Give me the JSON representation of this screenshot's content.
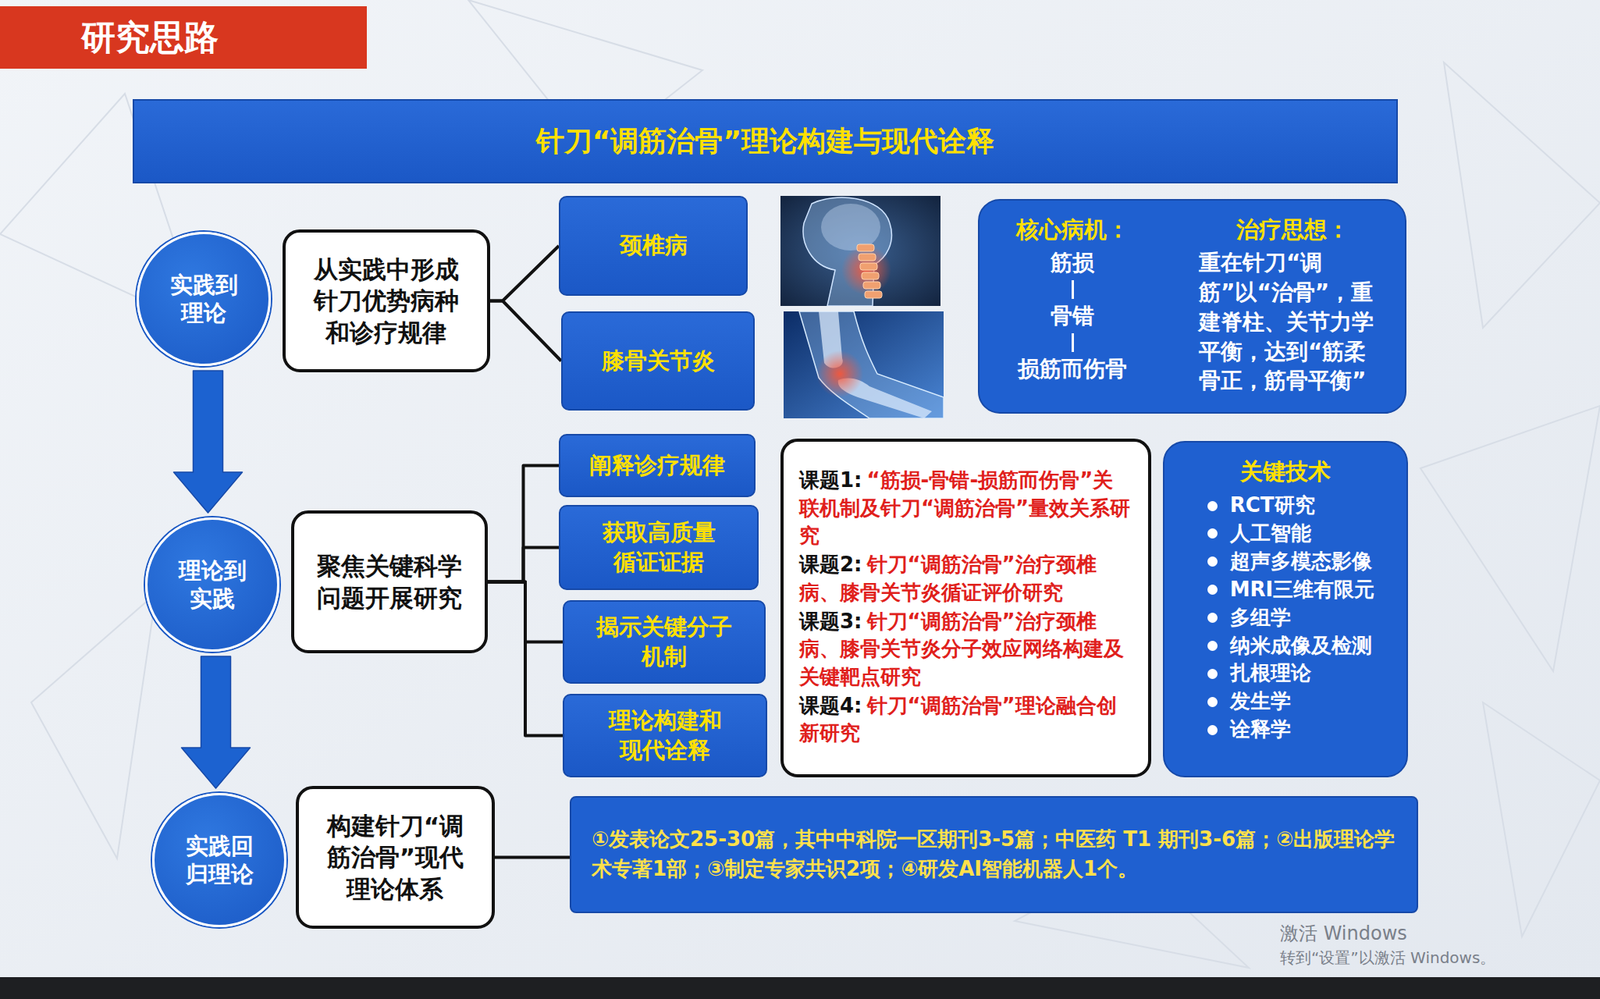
{
  "diagram": {
    "title": "研究思路",
    "nodes": [
      {
        "text": [
          "针刀“调筋治骨”理论构建与现代诠释"
        ]
      },
      {
        "text": [
          "实践到理论"
        ]
      },
      {
        "text": [
          "从实践中形成针刀优势病种和诊疗规律"
        ]
      },
      {
        "text": [
          "颈椎病"
        ]
      },
      {
        "text": [
          "膝骨关节炎"
        ]
      },
      {
        "text": [
          "核心病机：",
          "筋损",
          "骨错",
          "损筋而伤骨",
          "治疗思想：",
          "重在针刀“调筋”以“治骨”，重建脊柱、关节力学平衡，达到“筋柔骨正，筋骨平衡”"
        ]
      },
      {
        "text": [
          "理论到实践"
        ]
      },
      {
        "text": [
          "聚焦关键科学问题开展研究"
        ]
      },
      {
        "text": [
          "阐释诊疗规律"
        ]
      },
      {
        "text": [
          "获取高质量循证证据"
        ]
      },
      {
        "text": [
          "揭示关键分子机制"
        ]
      },
      {
        "text": [
          "理论构建和现代诠释"
        ]
      },
      {
        "text": [
          "课题1:",
          "“筋损-骨错-损筋而伤骨”关联机制及针刀“调筋治骨”量效关系研究",
          "课题2:",
          "针刀“调筋治骨”治疗颈椎病、膝骨关节炎循证评价研究",
          "课题3:",
          "针刀“调筋治骨”治疗颈椎病、膝骨关节炎分子效应网络构建及关键靶点研究",
          "课题4:",
          "针刀“调筋治骨”理论融合创新研究"
        ]
      },
      {
        "text": [
          "关键技术",
          "RCT研究",
          "人工智能",
          "超声多模态影像",
          "MRI三维有限元",
          "多组学",
          "纳米成像及检测",
          "扎根理论",
          "发生学",
          "诠释学"
        ]
      },
      {
        "text": [
          "实践回归理论"
        ]
      },
      {
        "text": [
          "构建针刀“调筋治骨”现代理论体系"
        ]
      },
      {
        "text": [
          "①发表论文25-30篇，其中中科院一区期刊3-5篇；中医药 T1 期刊3-6篇；②出版理论学术专著1部；③制定专家共识2项；④研发AI智能机器人1个。"
        ]
      }
    ],
    "edges": [
      {
        "from": 1,
        "to": 6,
        "arrow": "to"
      },
      {
        "from": 6,
        "to": 14,
        "arrow": "to"
      },
      {
        "from": 2,
        "to": 3,
        "arrow": "none"
      },
      {
        "from": 2,
        "to": 4,
        "arrow": "none"
      },
      {
        "from": 7,
        "to": 8,
        "arrow": "none"
      },
      {
        "from": 7,
        "to": 9,
        "arrow": "none"
      },
      {
        "from": 7,
        "to": 10,
        "arrow": "none"
      },
      {
        "from": 7,
        "to": 11,
        "arrow": "none"
      },
      {
        "from": 15,
        "to": 16,
        "arrow": "none"
      }
    ],
    "labels": [
      "激活 Windows",
      "转到“设置”以激活 Windows。"
    ]
  }
}
